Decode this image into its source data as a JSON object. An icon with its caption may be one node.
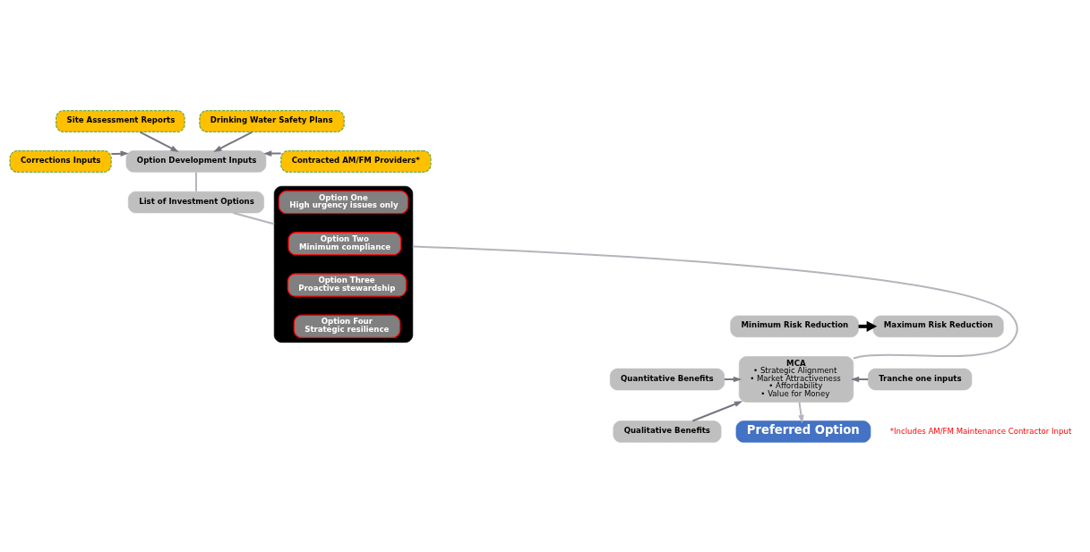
{
  "diagram": {
    "nodes": [
      {
        "text": [
          "Site Assessment Reports"
        ]
      },
      {
        "text": [
          "Drinking Water Safety Plans"
        ]
      },
      {
        "text": [
          "Corrections Inputs"
        ]
      },
      {
        "text": [
          "Option Development Inputs"
        ]
      },
      {
        "text": [
          "Contracted AM/FM Providers*"
        ]
      },
      {
        "text": [
          "List of Investment Options"
        ]
      },
      {
        "text": [],
        "shape": "box"
      },
      {
        "text": [
          "Option One",
          "High urgency issues only"
        ],
        "in": 6
      },
      {
        "text": [
          "Option Two",
          "Minimum compliance"
        ],
        "in": 6
      },
      {
        "text": [
          "Option Three",
          "Proactive stewardship"
        ],
        "in": 6
      },
      {
        "text": [
          "Option Four",
          "Strategic resilience"
        ],
        "in": 6
      },
      {
        "text": [
          "Minimum Risk Reduction"
        ]
      },
      {
        "text": [
          "Maximum Risk Reduction"
        ]
      },
      {
        "text": [
          "Quantitative Benefits"
        ]
      },
      {
        "text": [
          "Qualitative Benefits"
        ]
      },
      {
        "text": [
          "MCA",
          "• Strategic Alignment",
          "• Market Attractiveness",
          "• Affordability",
          "• Value for Money"
        ]
      },
      {
        "text": [
          "Tranche one inputs"
        ]
      },
      {
        "text": [
          "Preferred Option"
        ]
      }
    ],
    "edges": [
      {
        "from": 0,
        "to": 3,
        "arrow": "to"
      },
      {
        "from": 1,
        "to": 3,
        "arrow": "to"
      },
      {
        "from": 2,
        "to": 3,
        "arrow": "to"
      },
      {
        "from": 4,
        "to": 3,
        "arrow": "to"
      },
      {
        "from": 3,
        "to": 5,
        "arrow": "none",
        "color": "#b4b4bc"
      },
      {
        "from": 5,
        "to": 6,
        "arrow": "none",
        "color": "#b4b4bc"
      },
      {
        "from": 6,
        "to": 15,
        "arrow": "none",
        "color": "#b4b4bc"
      },
      {
        "from": 11,
        "to": 12,
        "arrow": "to",
        "style": "thick",
        "color": "#000000"
      },
      {
        "from": 13,
        "to": 15,
        "arrow": "to"
      },
      {
        "from": 14,
        "to": 15,
        "arrow": "to"
      },
      {
        "from": 16,
        "to": 15,
        "arrow": "to"
      },
      {
        "from": 15,
        "to": 17,
        "arrow": "to",
        "color": "#b4b4bc"
      }
    ],
    "labels": [
      "*Includes AM/FM Maintenance Contractor Input"
    ]
  }
}
